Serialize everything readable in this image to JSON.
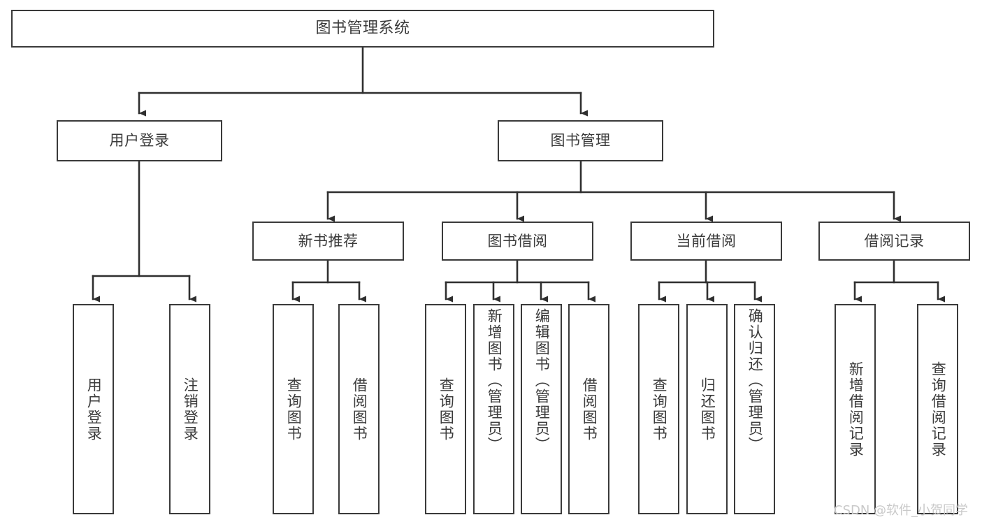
{
  "diagram": {
    "type": "tree-hierarchy",
    "title": "图书管理系统",
    "orientation": "top-down",
    "colors": {
      "border": "#3a3a3a",
      "text": "#3b3b3b",
      "background": "#ffffff",
      "connector": "#2f2f2f",
      "watermark": "#c9c9c9"
    },
    "root": {
      "label": "图书管理系统"
    },
    "level2": [
      {
        "label": "用户登录"
      },
      {
        "label": "图书管理"
      }
    ],
    "level3": [
      {
        "label": "新书推荐"
      },
      {
        "label": "图书借阅"
      },
      {
        "label": "当前借阅"
      },
      {
        "label": "借阅记录"
      }
    ],
    "leaves": {
      "user_login": [
        {
          "label": "用户登录"
        },
        {
          "label": "注销登录"
        }
      ],
      "new_book": [
        {
          "label": "查询图书"
        },
        {
          "label": "借阅图书"
        }
      ],
      "book_borrow": [
        {
          "label": "查询图书"
        },
        {
          "label": "新增图书（管理员）"
        },
        {
          "label": "编辑图书（管理员）"
        },
        {
          "label": "借阅图书"
        }
      ],
      "current_borrow": [
        {
          "label": "查询图书"
        },
        {
          "label": "归还图书"
        },
        {
          "label": "确认归还（管理员）"
        }
      ],
      "borrow_record": [
        {
          "label": "新增借阅记录"
        },
        {
          "label": "查询借阅记录"
        }
      ]
    }
  },
  "watermark": {
    "text": "CSDN @软件_小贺同学"
  }
}
